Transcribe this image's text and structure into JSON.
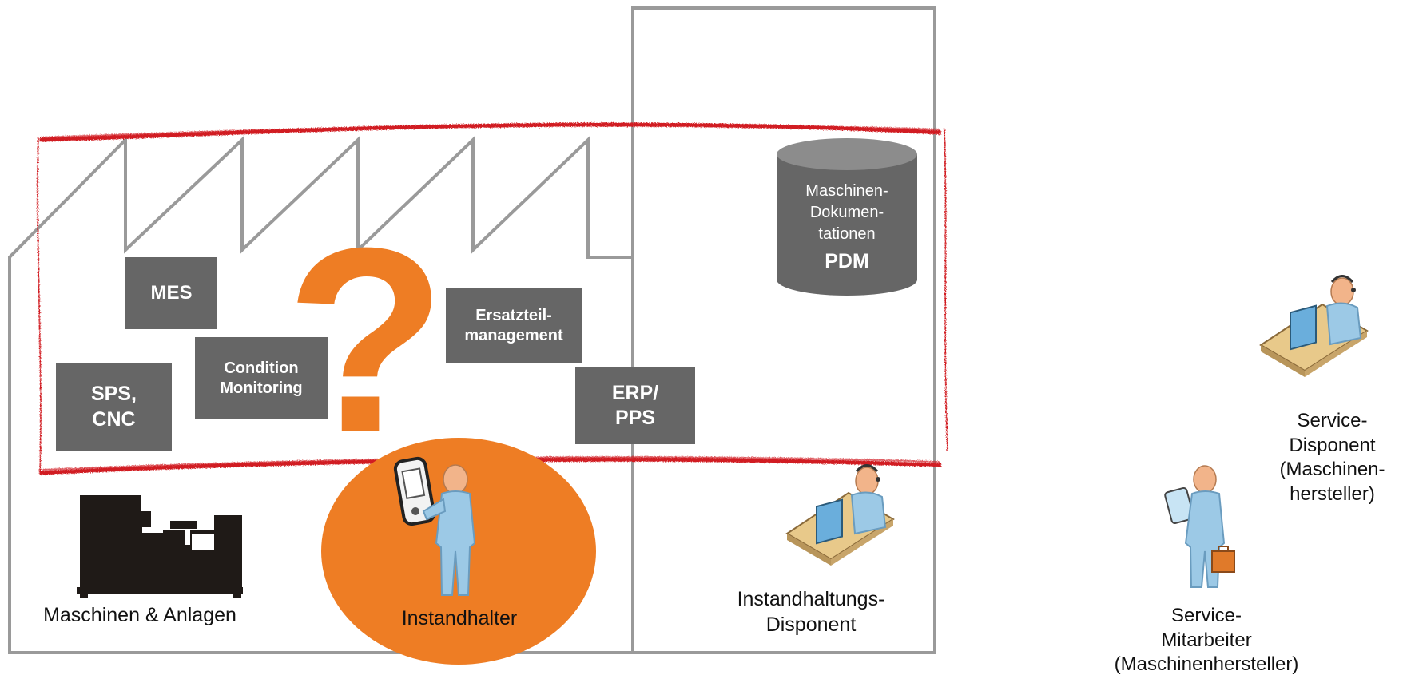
{
  "colors": {
    "building_outline": "#9a9a9a",
    "box_fill": "#666666",
    "box_text": "#ffffff",
    "accent_orange": "#ee7d24",
    "scribble_red": "#d11f24",
    "machine_black": "#1f1a17",
    "person_blue": "#9cc9e6"
  },
  "systems": {
    "mes": "MES",
    "sps_cnc": [
      "SPS,",
      "CNC"
    ],
    "condition_monitoring": [
      "Condition",
      "Monitoring"
    ],
    "ersatzteil": [
      "Ersatzteil-",
      "management"
    ],
    "erp_pps": [
      "ERP/",
      "PPS"
    ]
  },
  "database": {
    "line1": "Maschinen-",
    "line2": "Dokumen-",
    "line3": "tationen",
    "line4": "PDM"
  },
  "question_mark": "?",
  "labels": {
    "maschinen": "Maschinen & Anlagen",
    "instandhalter": "Instandhalter",
    "disponent": [
      "Instandhaltungs-",
      "Disponent"
    ],
    "service_disponent": [
      "Service-",
      "Disponent",
      "(Maschinen-",
      "hersteller)"
    ],
    "service_mitarbeiter": [
      "Service-",
      "Mitarbeiter",
      "(Maschinenhersteller)"
    ]
  },
  "icons": {
    "machine": "machine-tool-icon",
    "technician": "technician-with-tablet-icon",
    "dispatcher": "dispatcher-at-desk-icon",
    "service_dispatcher": "service-dispatcher-at-desk-icon",
    "service_worker": "service-worker-with-briefcase-icon"
  }
}
